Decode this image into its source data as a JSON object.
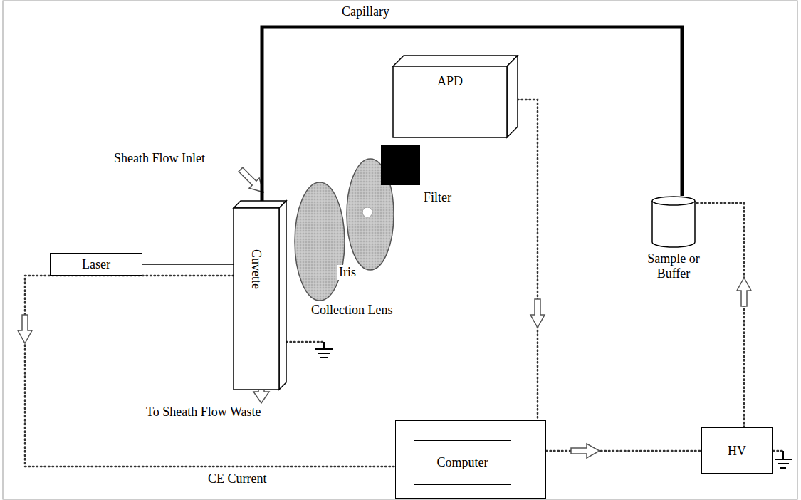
{
  "diagram": {
    "nodes": [
      {
        "text": [
          "Laser"
        ]
      },
      {
        "text": [
          "Cuvette"
        ]
      },
      {
        "text": [
          "Collection Lens"
        ]
      },
      {
        "text": [
          "Iris"
        ]
      },
      {
        "text": [
          "Filter"
        ]
      },
      {
        "text": [
          "APD"
        ]
      },
      {
        "text": [
          "Sample or Buffer"
        ]
      },
      {
        "text": [
          "Computer"
        ]
      },
      {
        "text": [
          "HV"
        ]
      }
    ],
    "edges": [
      {
        "from": 0,
        "to": 1,
        "arrow": "none"
      },
      {
        "from": 1,
        "to": 6,
        "label": "Capillary",
        "arrow": "none"
      },
      {
        "from": 5,
        "to": 7,
        "arrow": "to"
      },
      {
        "from": 7,
        "to": 8,
        "arrow": "to"
      },
      {
        "from": 8,
        "to": 6,
        "arrow": "to"
      },
      {
        "from": 1,
        "to": 7,
        "label": "CE Current",
        "arrow": "to"
      }
    ],
    "labels": [
      "Sheath Flow Inlet",
      "To Sheath Flow Waste"
    ]
  }
}
